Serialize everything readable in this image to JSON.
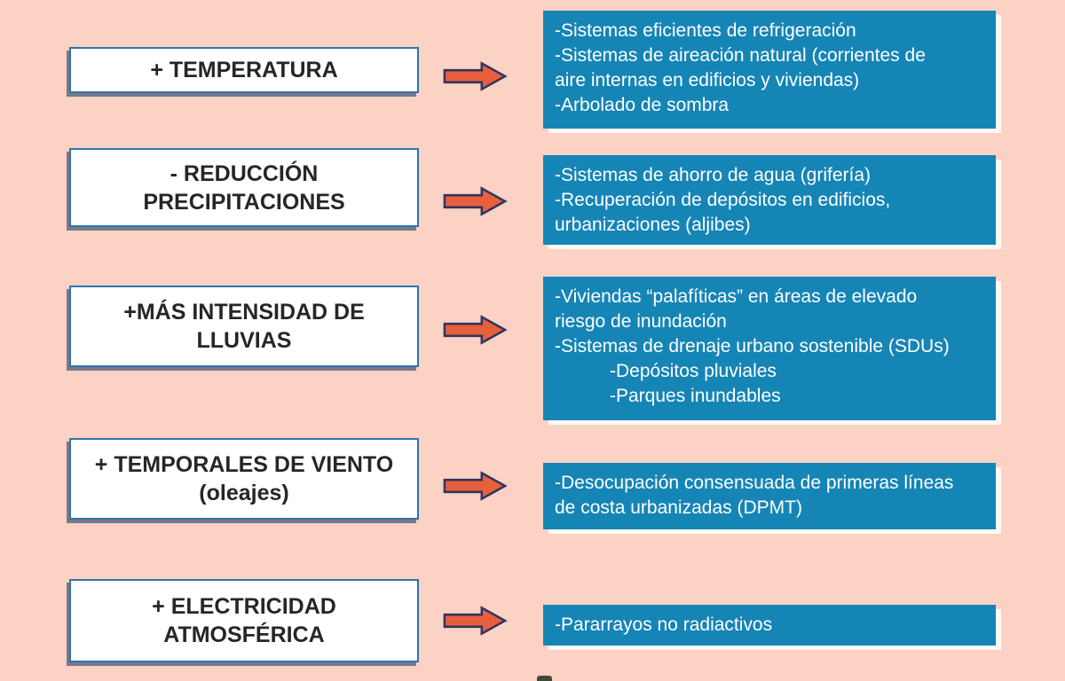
{
  "colors": {
    "background": "#fbd2c3",
    "measure_box_blue": "#1585b6",
    "arrow_orange": "#e7603b",
    "arrow_outline_navy": "#2e3560",
    "impact_box_border_blue": "#2e74ad",
    "impact_text_dark": "#262626",
    "measure_text_white": "#ffffff"
  },
  "icons": {
    "arrow": "right-block-arrow"
  },
  "rows": [
    {
      "impact": "+ TEMPERATURA",
      "measures": [
        {
          "text": "-Sistemas eficientes de refrigeración"
        },
        {
          "text": "-Sistemas de aireación natural (corrientes de\naire internas en edificios y viviendas)"
        },
        {
          "text": "-Arbolado de sombra"
        }
      ]
    },
    {
      "impact": "- REDUCCIÓN\nPRECIPITACIONES",
      "measures": [
        {
          "text": "-Sistemas de ahorro de agua (grifería)"
        },
        {
          "text": "-Recuperación de depósitos en edificios,\nurbanizaciones (aljibes)"
        }
      ]
    },
    {
      "impact": "+MÁS INTENSIDAD DE\nLLUVIAS",
      "measures": [
        {
          "text": "-Viviendas “palafíticas” en áreas de elevado\nriesgo de inundación"
        },
        {
          "text": "-Sistemas de drenaje urbano sostenible (SDUs)"
        },
        {
          "text": "-Depósitos pluviales"
        },
        {
          "text": "-Parques inundables"
        }
      ]
    },
    {
      "impact": "+ TEMPORALES DE VIENTO\n(oleajes)",
      "measures": [
        {
          "text": "-Desocupación consensuada de primeras líneas\nde costa urbanizadas (DPMT)"
        }
      ]
    },
    {
      "impact": "+ ELECTRICIDAD\nATMOSFÉRICA",
      "measures": [
        {
          "text": "-Pararrayos no radiactivos"
        }
      ]
    }
  ]
}
